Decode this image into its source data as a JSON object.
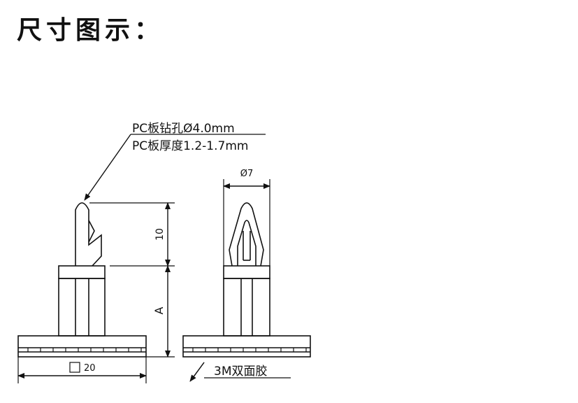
{
  "title": "尺寸图示：",
  "callouts": {
    "hole": "PC板钻孔Ø4.0mm",
    "thickness": "PC板厚度1.2-1.7mm",
    "tape": "3M双面胶"
  },
  "dimensions": {
    "diameter": "Ø7",
    "height": "10",
    "post": "A",
    "base": "20"
  }
}
